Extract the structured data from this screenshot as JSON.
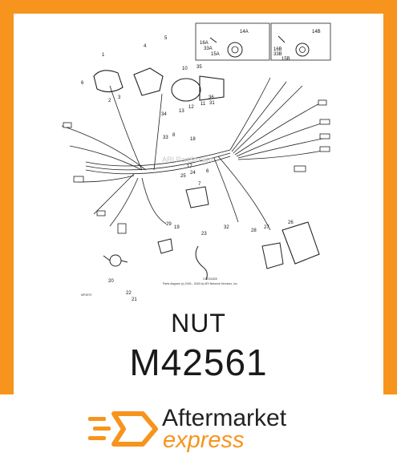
{
  "product": {
    "part_name": "NUT",
    "part_number": "M42561"
  },
  "diagram": {
    "callouts": [
      "1",
      "2",
      "3",
      "4",
      "5",
      "6",
      "10",
      "35",
      "14A",
      "16A",
      "33A",
      "15A",
      "14B",
      "16B",
      "33B",
      "15B",
      "36",
      "31",
      "13",
      "12",
      "11",
      "34",
      "33",
      "8",
      "18",
      "17",
      "25",
      "24",
      "6",
      "7",
      "19",
      "29",
      "23",
      "32",
      "28",
      "27",
      "26",
      "20",
      "22",
      "21"
    ],
    "watermark": "ARI PartStream",
    "copyright_line1": "COD01828",
    "copyright_line2": "Parts diagram (c) 2004 - 2018 by ARI Network Services, Inc.",
    "figure_code": "MP3979"
  },
  "brand": {
    "name_top": "Aftermarket",
    "name_bottom": "express",
    "icon": "hexagon-speed-logo-icon",
    "colors": {
      "accent": "#f7941d",
      "text": "#222222",
      "background": "#ffffff"
    }
  }
}
